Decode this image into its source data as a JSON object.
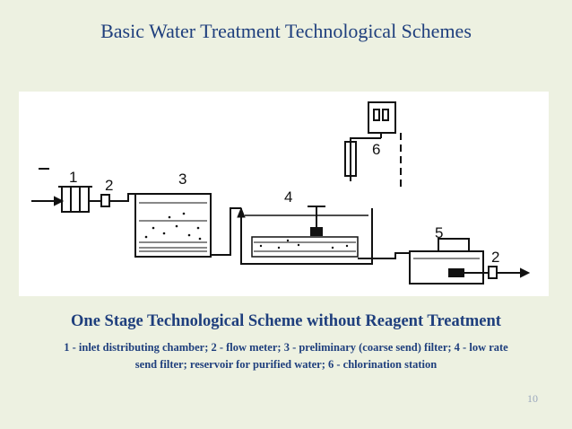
{
  "slide": {
    "title": "Basic Water Treatment Technological Schemes",
    "subtitle": "One Stage Technological Scheme without Reagent Treatment",
    "caption_line1": "1 - inlet distributing chamber; 2 - flow meter; 3 - preliminary (coarse send) filter; 4 - low rate",
    "caption_line2": "send filter; reservoir for purified water; 6 - chlorination station",
    "page_number": "10"
  },
  "diagram": {
    "labels": {
      "inlet_chamber": "1",
      "flow_meter_in": "2",
      "coarse_filter": "3",
      "slow_filter": "4",
      "reservoir": "5",
      "chlorination_station": "6",
      "flow_meter_out": "2"
    }
  },
  "colors": {
    "title_text": "#1f3f7d",
    "background": "#edf1e1",
    "drawing": "#111111"
  }
}
